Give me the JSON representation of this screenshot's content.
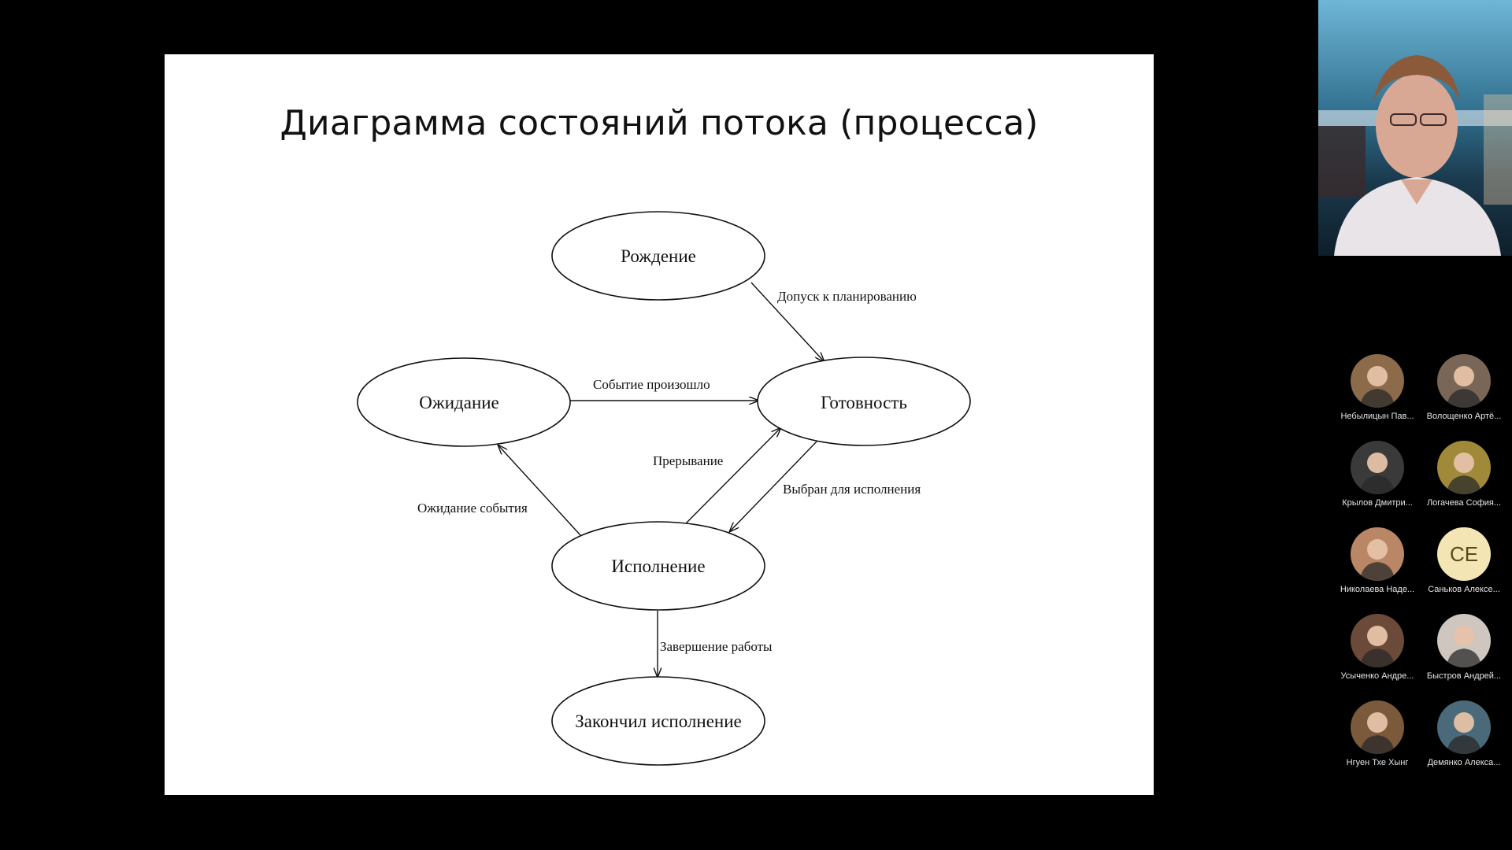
{
  "slide": {
    "title": "Диаграмма состояний потока (процесса)"
  },
  "diagram": {
    "nodes": {
      "birth": "Рождение",
      "waiting": "Ожидание",
      "ready": "Готовность",
      "running": "Исполнение",
      "finished": "Закончил исполнение"
    },
    "edges": {
      "admit": "Допуск к планированию",
      "event_occurred": "Событие произошло",
      "interrupt": "Прерывание",
      "dispatch": "Выбран для исполнения",
      "wait_event": "Ожидание события",
      "exit": "Завершение работы"
    }
  },
  "participants": [
    {
      "name": "Небылицын Пав...",
      "initials": "",
      "color": "#8b6b4a"
    },
    {
      "name": "Волощенко Артё...",
      "initials": "",
      "color": "#7a6657"
    },
    {
      "name": "Крылов Дмитри...",
      "initials": "",
      "color": "#3a3a3a"
    },
    {
      "name": "Логачева София...",
      "initials": "",
      "color": "#a08a3a"
    },
    {
      "name": "Николаева Наде...",
      "initials": "",
      "color": "#b98766"
    },
    {
      "name": "Саньков Алексе...",
      "initials": "СЕ",
      "color": "#f3e6b4"
    },
    {
      "name": "Усыченко Андре...",
      "initials": "",
      "color": "#6b4a3a"
    },
    {
      "name": "Быстров Андрей...",
      "initials": "",
      "color": "#cfc7bf"
    },
    {
      "name": "Нгуен Тхе Хынг",
      "initials": "",
      "color": "#7a5a3a"
    },
    {
      "name": "Демянко Алекса...",
      "initials": "",
      "color": "#4a6a7a"
    }
  ]
}
